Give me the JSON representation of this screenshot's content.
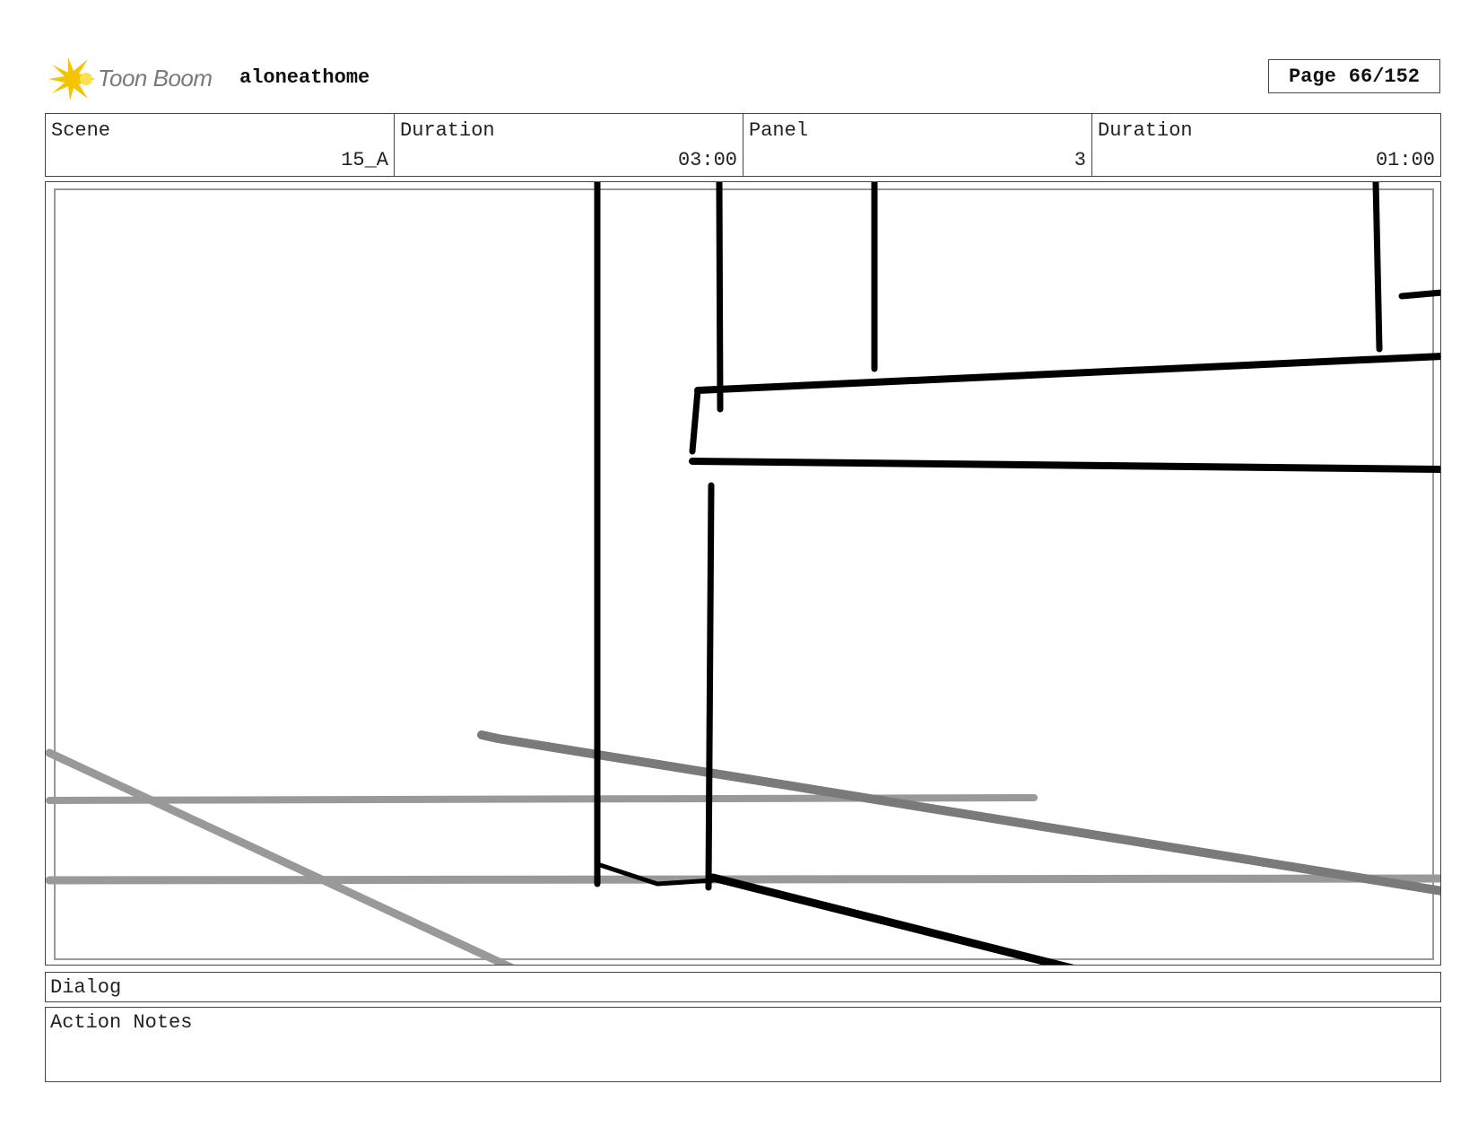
{
  "header": {
    "logo_text": "Toon Boom",
    "project_name": "aloneathome",
    "page_label": "Page",
    "page_number": "66/152"
  },
  "info": {
    "scene_label": "Scene",
    "scene_value": "15_A",
    "scene_duration_label": "Duration",
    "scene_duration_value": "03:00",
    "panel_label": "Panel",
    "panel_value": "3",
    "panel_duration_label": "Duration",
    "panel_duration_value": "01:00"
  },
  "dialog": {
    "label": "Dialog"
  },
  "action_notes": {
    "label": "Action Notes"
  },
  "colors": {
    "logo_star": "#f5c400",
    "sketch_black": "#000000",
    "sketch_gray": "#999999",
    "sketch_dark_gray": "#7a7a7a"
  }
}
